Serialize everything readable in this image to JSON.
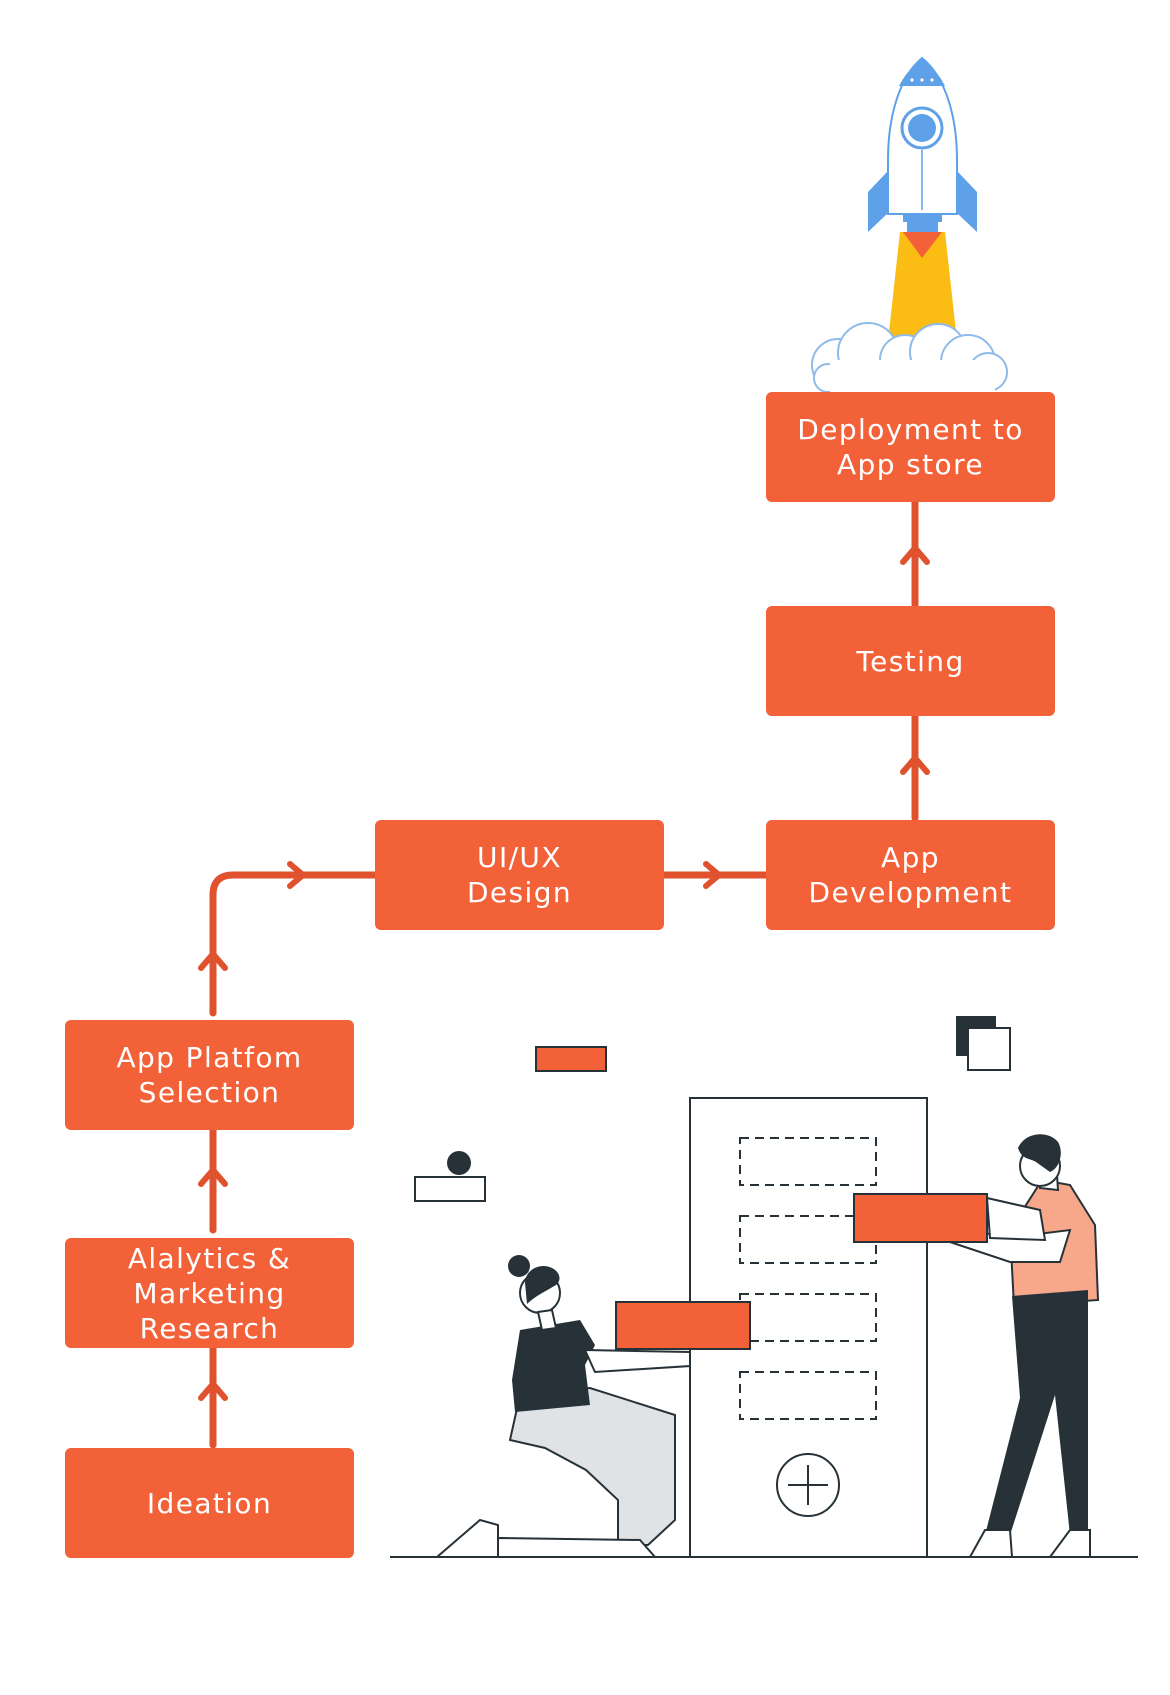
{
  "diagram": {
    "accent_color": "#f36139",
    "connector_color": "#e0522e",
    "steps": [
      {
        "id": "ideation",
        "label": "Ideation"
      },
      {
        "id": "analytics",
        "label": "Alalytics &\nMarketing Research"
      },
      {
        "id": "platform",
        "label": "App Platfom\nSelection"
      },
      {
        "id": "uiux",
        "label": "UI/UX\nDesign"
      },
      {
        "id": "development",
        "label": "App\nDevelopment"
      },
      {
        "id": "testing",
        "label": "Testing"
      },
      {
        "id": "deployment",
        "label": "Deployment to\nApp store"
      }
    ],
    "illustrations": {
      "top": "rocket-launch-icon",
      "bottom": "people-stacking-boxes-illustration"
    }
  }
}
